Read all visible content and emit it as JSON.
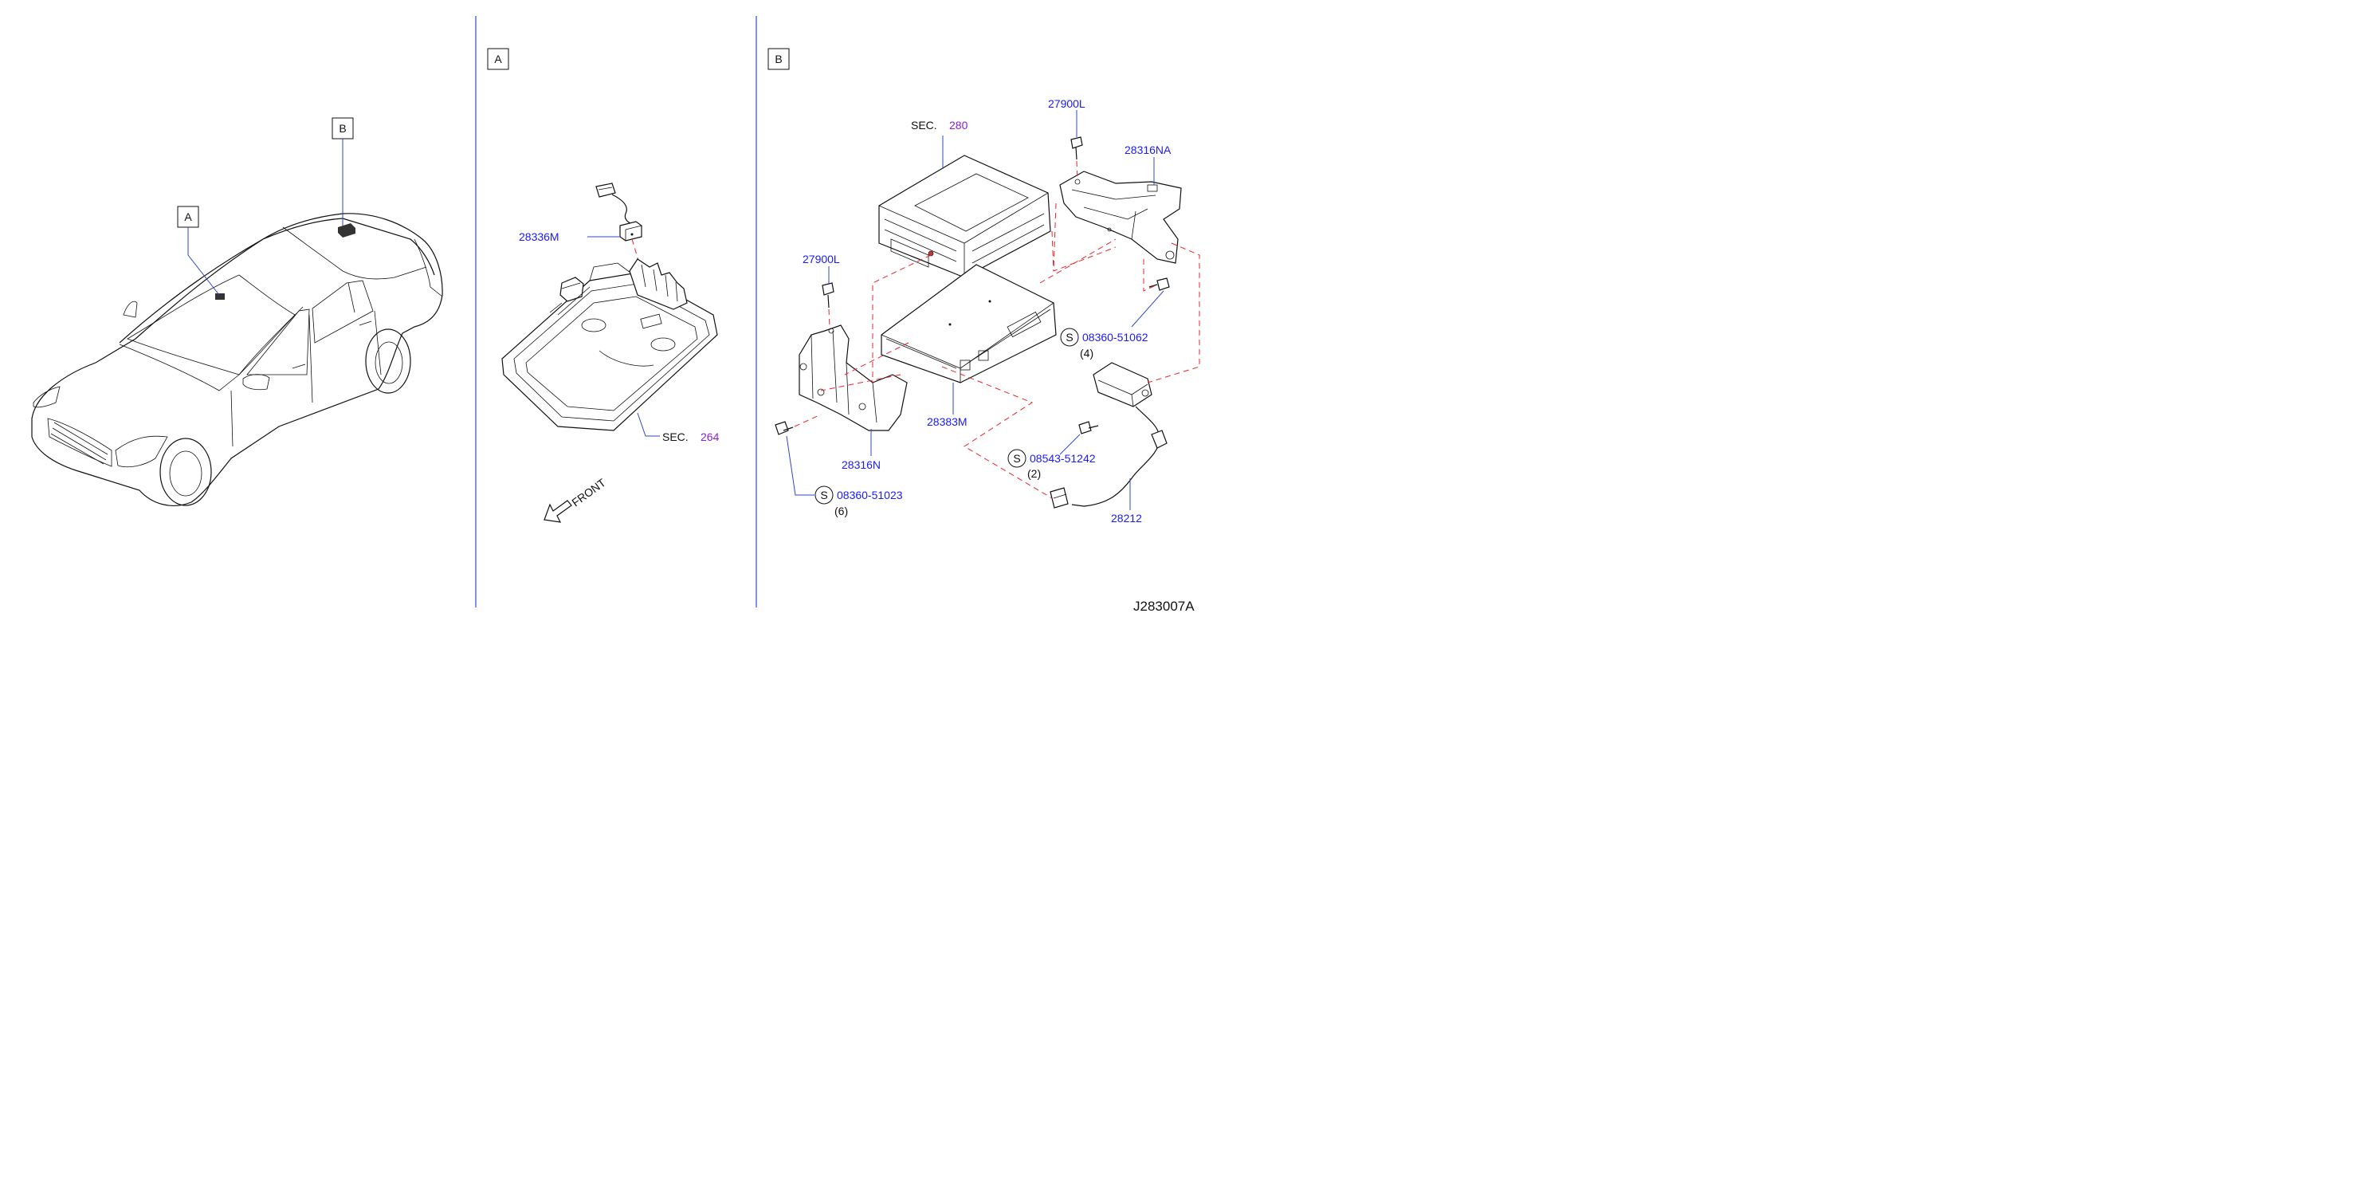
{
  "diagram_code": "J283007A",
  "views": {
    "a": "A",
    "b": "B"
  },
  "section_label": "SEC.",
  "sections": {
    "sec_264": "264",
    "sec_280": "280"
  },
  "front_label": "FRONT",
  "parts": {
    "p28336M": "28336M",
    "p27900L_top": "27900L",
    "p28316NA": "28316NA",
    "p27900L_left": "27900L",
    "p28316N": "28316N",
    "p28383M": "28383M",
    "p28212": "28212"
  },
  "standard_parts": [
    {
      "symbol": "S",
      "number": "08360-51062",
      "qty": "(4)"
    },
    {
      "symbol": "S",
      "number": "08543-51242",
      "qty": "(2)"
    },
    {
      "symbol": "S",
      "number": "08360-51023",
      "qty": "(6)"
    }
  ]
}
